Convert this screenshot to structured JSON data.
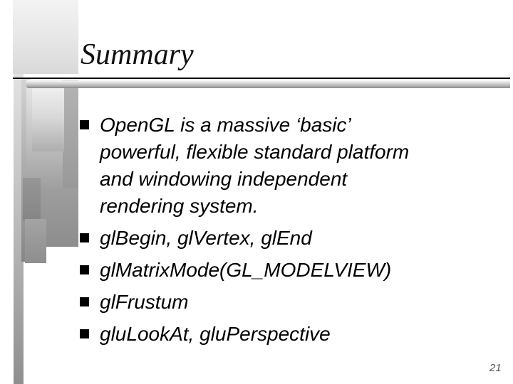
{
  "slide": {
    "title": "Summary",
    "page_number": "21",
    "bullets": [
      "OpenGL is a massive ‘basic’\npowerful, flexible standard platform\nand windowing independent\nrendering system.",
      "glBegin, glVertex, glEnd",
      "glMatrixMode(GL_MODELVIEW)",
      "glFrustum",
      "gluLookAt, gluPerspective"
    ],
    "colors": {
      "text": "#000000",
      "bullet": "#000000",
      "page_number": "#545454"
    }
  }
}
